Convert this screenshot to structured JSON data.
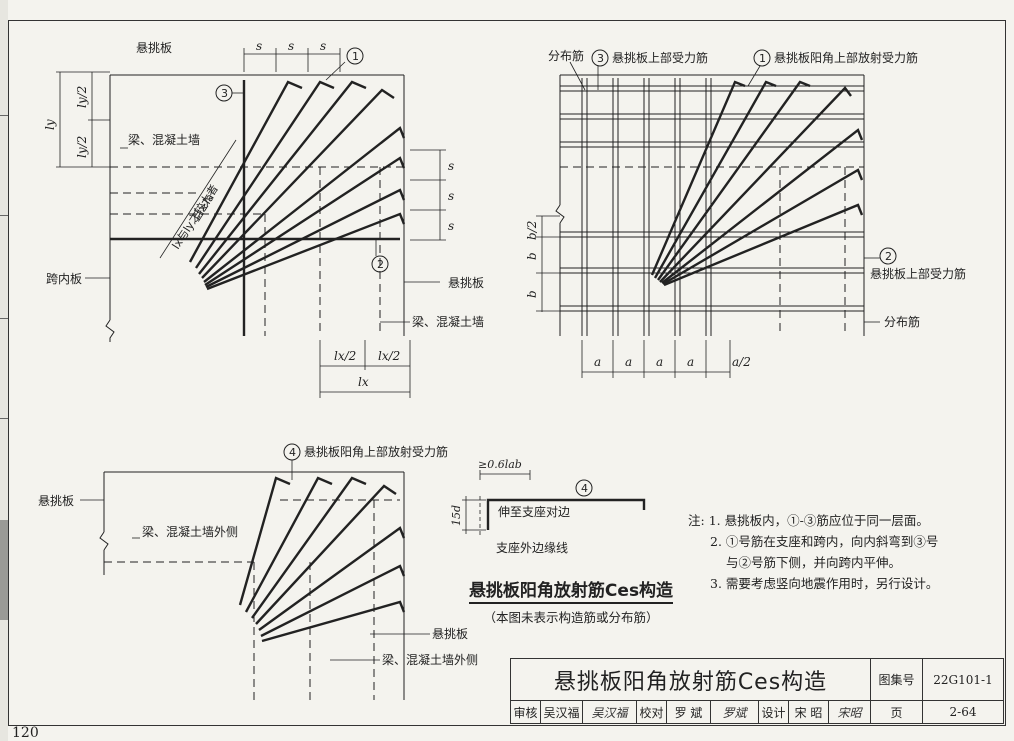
{
  "sheet": {
    "page_number": "120",
    "main_title": "悬挑板阳角放射筋Ces构造",
    "atlas_label": "图集号",
    "atlas_no": "22G101-1",
    "page_label": "页",
    "page_no": "2-64",
    "review_label": "审核",
    "review_name": "吴汉福",
    "review_sign": "吴汉福",
    "check_label": "校对",
    "check_name": "罗 斌",
    "check_sign": "罗斌",
    "design_label": "设计",
    "design_name": "宋 昭",
    "design_sign": "宋昭"
  },
  "diagram_top_left": {
    "label_slab": "悬挑板",
    "label_beam_wall": "梁、混凝土墙",
    "label_inner_slab": "跨内板",
    "label_slab_right": "悬挑板",
    "label_beam_wall_right": "梁、混凝土墙",
    "circle_1": "1",
    "circle_2": "2",
    "circle_3": "3",
    "dim_s": "s",
    "dim_lx_half": "lx/2",
    "dim_lx": "lx",
    "dim_ly": "ly",
    "dim_ly_half": "ly/2",
    "anchor_note_1": "lx与ly之较大者",
    "anchor_note_2": "且≥la"
  },
  "diagram_top_right": {
    "label_dist_top": "分布筋",
    "label_bar3": "悬挑板上部受力筋",
    "label_bar1": "悬挑板阳角上部放射受力筋",
    "label_bar2": "悬挑板上部受力筋",
    "label_dist_bottom": "分布筋",
    "circle_1": "1",
    "circle_2": "2",
    "circle_3": "3",
    "dim_a": "a",
    "dim_a_half": "a/2",
    "dim_b": "b",
    "dim_b_half": "b/2"
  },
  "diagram_bottom_left": {
    "label_bar4": "悬挑板阳角上部放射受力筋",
    "circle_4": "4",
    "label_slab": "悬挑板",
    "label_wall_outer": "梁、混凝土墙外侧",
    "label_slab_2": "悬挑板",
    "label_wall_outer_2": "梁、混凝土墙外侧"
  },
  "detail_bar4": {
    "dim_top": "≥0.6lab",
    "dim_side": "15d",
    "text_extend": "伸至支座对边",
    "text_support": "支座外边缘线",
    "circle_4": "4"
  },
  "caption": {
    "title": "悬挑板阳角放射筋Ces构造",
    "subtitle": "（本图未表示构造筋或分布筋）"
  },
  "notes": {
    "prefix": "注:",
    "n1": "1. 悬挑板内，①-③筋应位于同一层面。",
    "n2a": "2. ①号筋在支座和跨内，向内斜弯到③号",
    "n2b": "与②号筋下侧，并向跨内平伸。",
    "n3": "3. 需要考虑竖向地震作用时，另行设计。"
  },
  "colors": {
    "ink": "#222222",
    "paper": "#f4f3ee",
    "margin_band": "#9a9a96"
  }
}
